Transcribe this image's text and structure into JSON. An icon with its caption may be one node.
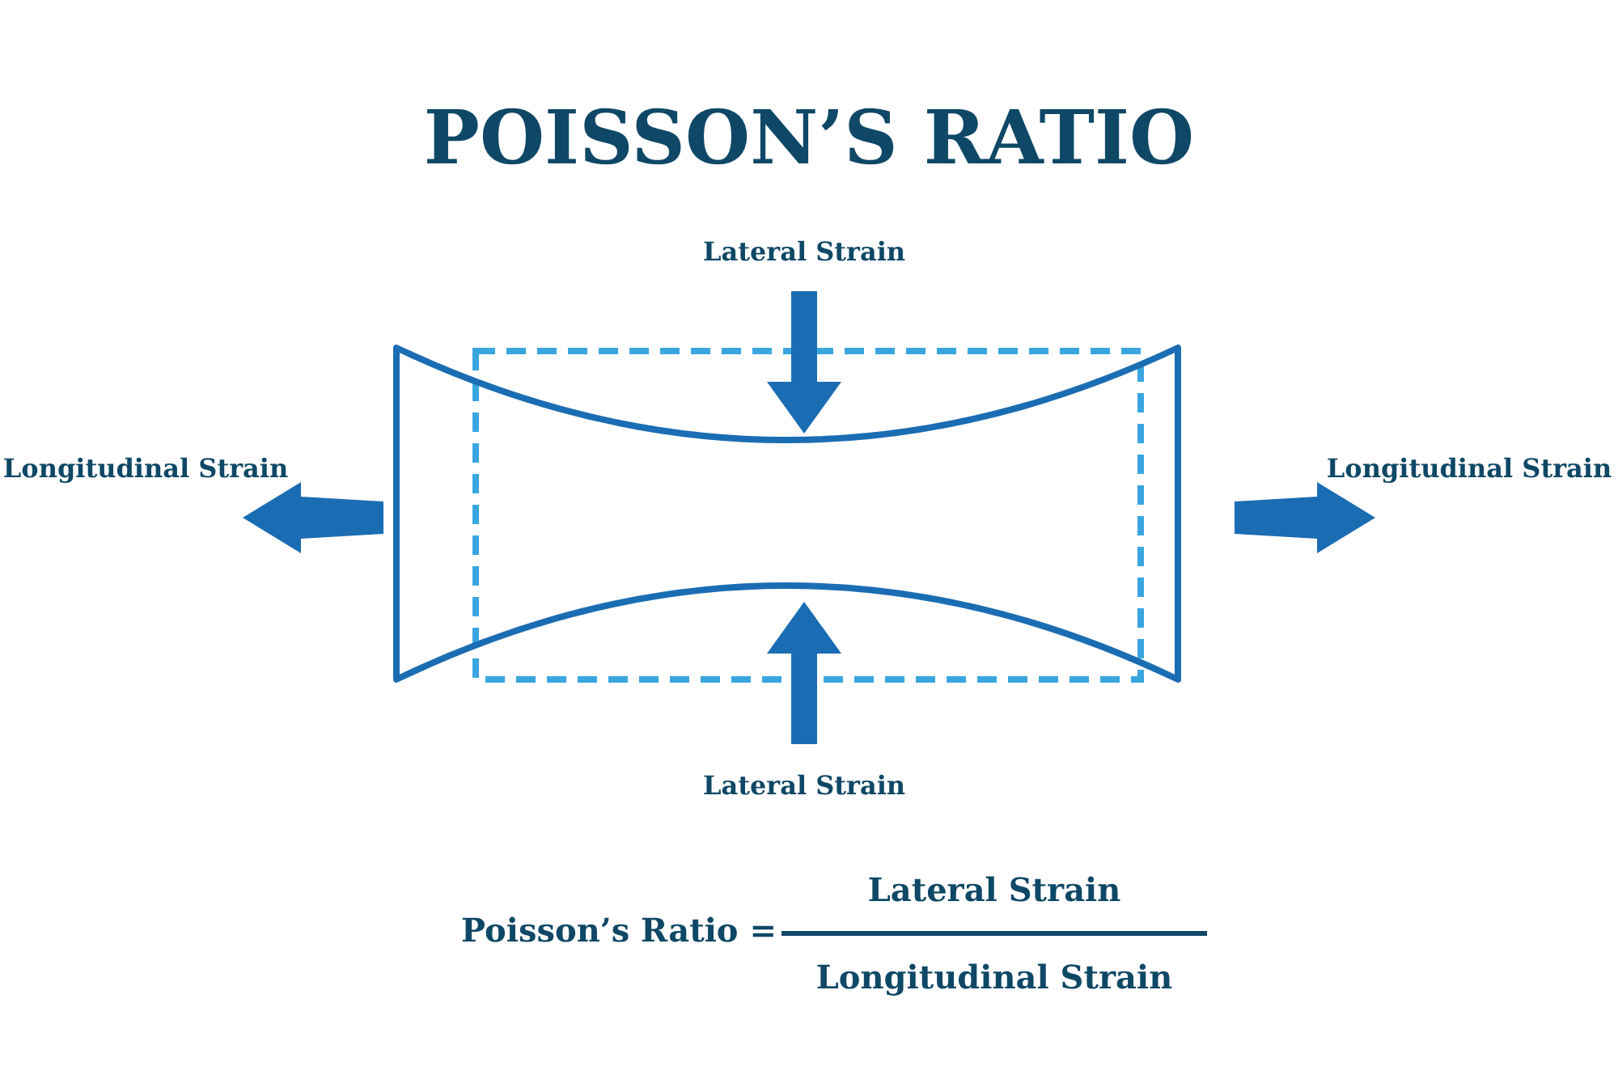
{
  "diagram": {
    "title": "POISSON’S RATIO",
    "labels": [
      "Lateral Strain",
      "Longitudinal Strain",
      "Longitudinal Strain",
      "Lateral Strain",
      "Poisson’s Ratio =",
      "Lateral Strain",
      "Longitudinal Strain"
    ]
  }
}
